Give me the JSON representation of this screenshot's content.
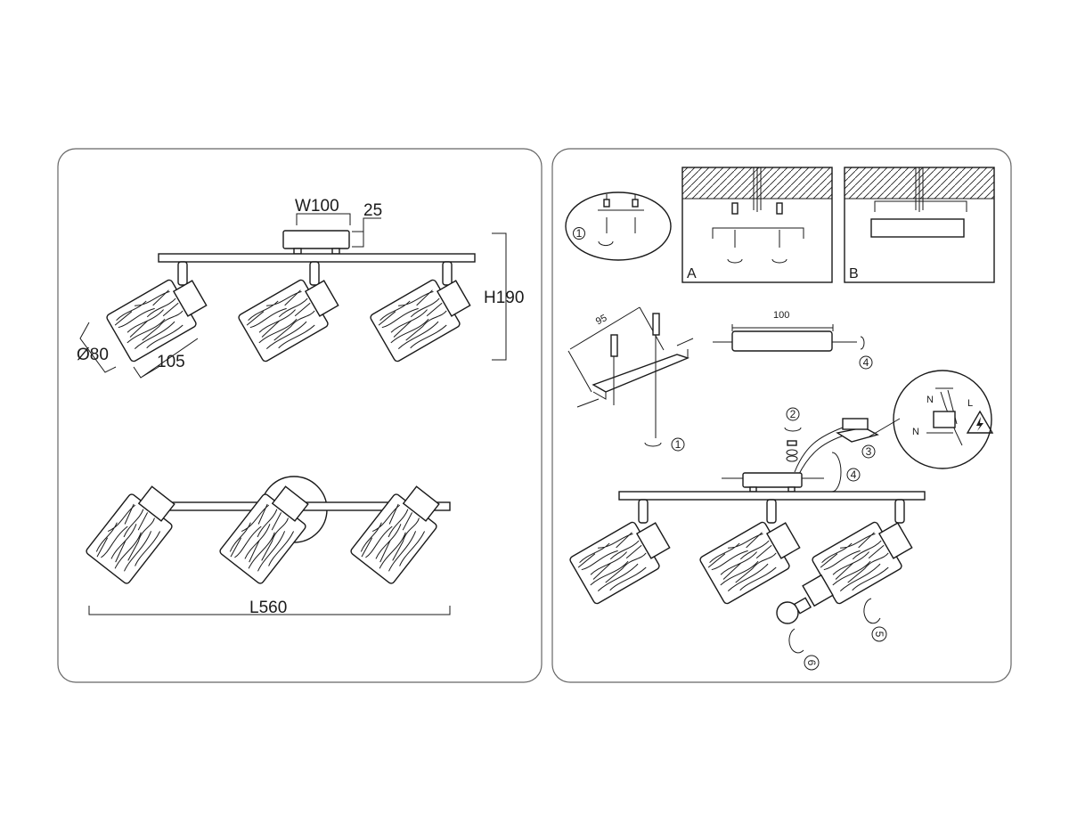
{
  "left_panel": {
    "dimensions": {
      "width": "W100",
      "canopy_height": "25",
      "height": "H190",
      "diameter": "Ø80",
      "shade_length": "105",
      "length": "L560"
    }
  },
  "right_panel": {
    "variant_labels": [
      "A",
      "B"
    ],
    "bracket_hole_spacing": "95",
    "canopy_width": "100",
    "step_numbers": [
      "1",
      "1",
      "2",
      "3",
      "4",
      "4",
      "5",
      "6"
    ],
    "wiring_labels": {
      "neutral_top": "N",
      "live": "L",
      "neutral_bottom": "N"
    }
  },
  "colors": {
    "line": "#1a1a1a",
    "background": "#ffffff",
    "frame": "#666666"
  }
}
